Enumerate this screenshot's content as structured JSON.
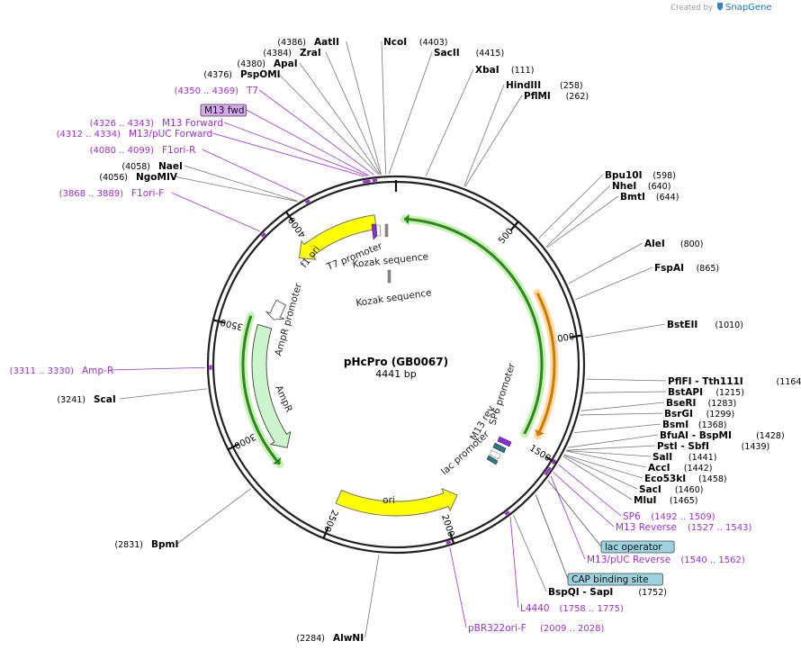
{
  "header": {
    "created_by": "Created by",
    "brand": "SnapGene"
  },
  "map": {
    "name": "pHcPro (GB0067)",
    "size_label": "4441 bp",
    "length": 4441,
    "ticks": [
      {
        "pos": 500,
        "label": "500"
      },
      {
        "pos": 1000,
        "label": "1000"
      },
      {
        "pos": 1500,
        "label": "1500"
      },
      {
        "pos": 2000,
        "label": "2000"
      },
      {
        "pos": 2500,
        "label": "2500"
      },
      {
        "pos": 3000,
        "label": "3000"
      },
      {
        "pos": 3500,
        "label": "3500"
      },
      {
        "pos": 4000,
        "label": "4000"
      }
    ],
    "sites": [
      {
        "name": "AatII",
        "pos": "(4386)",
        "bp": 4386,
        "pos_first": true
      },
      {
        "name": "ZraI",
        "pos": "(4384)",
        "bp": 4384,
        "pos_first": true
      },
      {
        "name": "ApaI",
        "pos": "(4380)",
        "bp": 4380,
        "pos_first": true
      },
      {
        "name": "PspOMI",
        "pos": "(4376)",
        "bp": 4376,
        "pos_first": true
      },
      {
        "name": "NaeI",
        "pos": "(4058)",
        "bp": 4058,
        "pos_first": true
      },
      {
        "name": "NgoMIV",
        "pos": "(4056)",
        "bp": 4056,
        "pos_first": true
      },
      {
        "name": "ScaI",
        "pos": "(3241)",
        "bp": 3241,
        "pos_first": true
      },
      {
        "name": "BpmI",
        "pos": "(2831)",
        "bp": 2831,
        "pos_first": true
      },
      {
        "name": "AlwNI",
        "pos": "(2284)",
        "bp": 2284,
        "pos_first": true
      },
      {
        "name": "NcoI",
        "pos": "(4403)",
        "bp": 4403,
        "pos_first": false
      },
      {
        "name": "SacII",
        "pos": "(4415)",
        "bp": 4415,
        "pos_first": false
      },
      {
        "name": "XbaI",
        "pos": "(111)",
        "bp": 111,
        "pos_first": false
      },
      {
        "name": "HindIII",
        "pos": "(258)",
        "bp": 258,
        "pos_first": false
      },
      {
        "name": "PflMI",
        "pos": "(262)",
        "bp": 262,
        "pos_first": false
      },
      {
        "name": "Bpu10I",
        "pos": "(598)",
        "bp": 598,
        "pos_first": false
      },
      {
        "name": "NheI",
        "pos": "(640)",
        "bp": 640,
        "pos_first": false
      },
      {
        "name": "BmtI",
        "pos": "(644)",
        "bp": 644,
        "pos_first": false
      },
      {
        "name": "AleI",
        "pos": "(800)",
        "bp": 800,
        "pos_first": false
      },
      {
        "name": "FspAI",
        "pos": "(865)",
        "bp": 865,
        "pos_first": false
      },
      {
        "name": "BstEII",
        "pos": "(1010)",
        "bp": 1010,
        "pos_first": false
      },
      {
        "name": "PflFI  - Tth111I",
        "pos": "(1164)",
        "bp": 1164,
        "pos_first": false
      },
      {
        "name": "BstAPI",
        "pos": "(1215)",
        "bp": 1215,
        "pos_first": false
      },
      {
        "name": "BseRI",
        "pos": "(1283)",
        "bp": 1283,
        "pos_first": false
      },
      {
        "name": "BsrGI",
        "pos": "(1299)",
        "bp": 1299,
        "pos_first": false
      },
      {
        "name": "BsmI",
        "pos": "(1368)",
        "bp": 1368,
        "pos_first": false
      },
      {
        "name": "BfuAI  - BspMI",
        "pos": "(1428)",
        "bp": 1428,
        "pos_first": false
      },
      {
        "name": "PstI  - SbfI",
        "pos": "(1439)",
        "bp": 1439,
        "pos_first": false
      },
      {
        "name": "SalI",
        "pos": "(1441)",
        "bp": 1441,
        "pos_first": false
      },
      {
        "name": "AccI",
        "pos": "(1442)",
        "bp": 1442,
        "pos_first": false
      },
      {
        "name": "Eco53kI",
        "pos": "(1458)",
        "bp": 1458,
        "pos_first": false
      },
      {
        "name": "SacI",
        "pos": "(1460)",
        "bp": 1460,
        "pos_first": false
      },
      {
        "name": "MluI",
        "pos": "(1465)",
        "bp": 1465,
        "pos_first": false
      },
      {
        "name": "BspQI  - SapI",
        "pos": "(1752)",
        "bp": 1752,
        "pos_first": false
      }
    ],
    "primers": [
      {
        "name": "T7",
        "pos": "(4350 .. 4369)",
        "mid": 4360,
        "pos_first": true
      },
      {
        "name": "M13 Forward",
        "pos": "(4326 .. 4343)",
        "mid": 4334,
        "pos_first": true
      },
      {
        "name": "M13/pUC Forward",
        "pos": "(4312 .. 4334)",
        "mid": 4323,
        "pos_first": true
      },
      {
        "name": "F1ori-R",
        "pos": "(4080 .. 4099)",
        "mid": 4090,
        "pos_first": true
      },
      {
        "name": "F1ori-F",
        "pos": "(3868 .. 3889)",
        "mid": 3878,
        "pos_first": true
      },
      {
        "name": "Amp-R",
        "pos": "(3311 .. 3330)",
        "mid": 3320,
        "pos_first": true
      },
      {
        "name": "SP6",
        "pos": "(1492 .. 1509)",
        "mid": 1500,
        "pos_first": false
      },
      {
        "name": "M13 Reverse",
        "pos": "(1527 .. 1543)",
        "mid": 1535,
        "pos_first": false
      },
      {
        "name": "M13/pUC Reverse",
        "pos": "(1540 .. 1562)",
        "mid": 1551,
        "pos_first": false
      },
      {
        "name": "L4440",
        "pos": "(1758 .. 1775)",
        "mid": 1766,
        "pos_first": false
      },
      {
        "name": "pBR322ori-F",
        "pos": "(2009 .. 2028)",
        "mid": 2018,
        "pos_first": false
      }
    ],
    "boxed_labels": [
      {
        "name": "M13 fwd",
        "style": "purple",
        "mid": 4340
      },
      {
        "name": "lac operator",
        "style": "teal",
        "mid": 1570
      },
      {
        "name": "CAP binding site",
        "style": "teal",
        "mid": 1640
      }
    ],
    "features": [
      {
        "name": "",
        "start": 40,
        "end": 1460,
        "dir": -1,
        "style": "green"
      },
      {
        "name": "",
        "start": 780,
        "end": 1440,
        "dir": 1,
        "style": "orange"
      },
      {
        "name": "f1 ori",
        "start": 3920,
        "end": 4340,
        "dir": -1,
        "style": "yellow"
      },
      {
        "name": "AmpR promoter",
        "start": 3580,
        "end": 3680,
        "dir": -1,
        "style": "outline"
      },
      {
        "name": "AmpR",
        "start": 2870,
        "end": 3530,
        "dir": -1,
        "style": "lightgreen"
      },
      {
        "name": "",
        "start": 2830,
        "end": 3560,
        "dir": -1,
        "style": "darkgreen"
      },
      {
        "name": "ori",
        "start": 1910,
        "end": 2510,
        "dir": -1,
        "style": "yellow"
      }
    ],
    "inner_labels": [
      {
        "text": "T7 promoter",
        "style": "feature"
      },
      {
        "text": "Kozak sequence",
        "style": "feature"
      },
      {
        "text": "Kozak sequence",
        "style": "feature"
      },
      {
        "text": "SP6 promoter",
        "style": "feature"
      },
      {
        "text": "M13 rev",
        "style": "feature"
      },
      {
        "text": "lac promoter",
        "style": "feature"
      }
    ],
    "colors": {
      "backbone": "#222222",
      "primer": "#9b30c9",
      "yellow_feature": "#ffff00",
      "green_feature": "#2a8a1a",
      "orange_feature": "#cc7a00",
      "ampr_feature": "#ccf5cc",
      "teal_box": "#9ad3df",
      "purple_box": "#d6a6f0",
      "brand": "#1a6fb5"
    }
  }
}
